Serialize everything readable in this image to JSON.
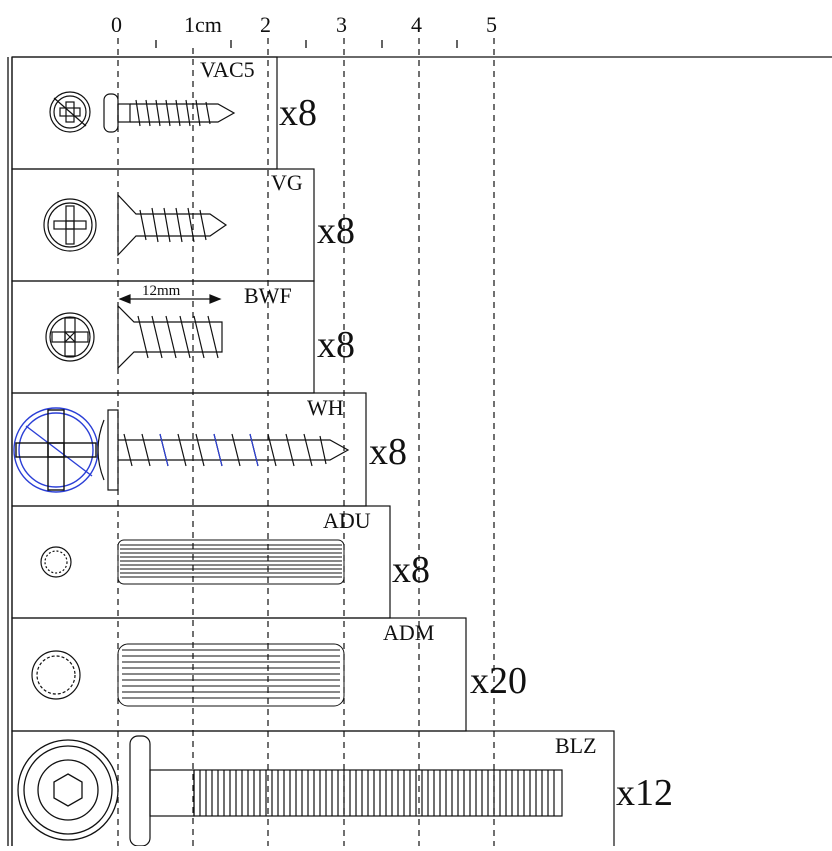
{
  "ruler": {
    "labels": [
      "0",
      "1cm",
      "2",
      "3",
      "4",
      "5"
    ]
  },
  "items": [
    {
      "code": "VAC5",
      "qty": "x8"
    },
    {
      "code": "VG",
      "qty": "x8"
    },
    {
      "code": "BWF",
      "qty": "x8",
      "dimension": "12mm"
    },
    {
      "code": "WH",
      "qty": "x8"
    },
    {
      "code": "ADU",
      "qty": "x8"
    },
    {
      "code": "ADM",
      "qty": "x20"
    },
    {
      "code": "BLZ",
      "qty": "x12"
    }
  ],
  "colors": {
    "line": "#111111",
    "highlight": "#2b3fd6",
    "background": "#ffffff"
  }
}
